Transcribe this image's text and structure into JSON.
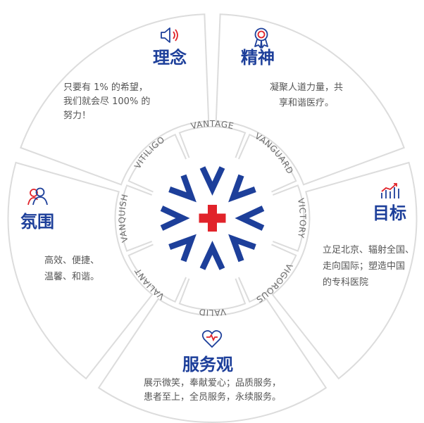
{
  "segments": {
    "idea": {
      "title": "理念",
      "lines": [
        "只要有 1% 的希望，",
        "我们就会尽 100% 的",
        "努力！"
      ],
      "icon": "megaphone-icon"
    },
    "spirit": {
      "title": "精神",
      "lines": [
        "凝聚人道力量，共",
        "享和谐医疗。"
      ],
      "icon": "award-ribbon-icon"
    },
    "atmosphere": {
      "title": "氛围",
      "lines": [
        "高效、便捷、",
        "温馨、和谐。"
      ],
      "icon": "people-group-icon"
    },
    "goal": {
      "title": "目标",
      "lines": [
        "立足北京、辐射全国、",
        "走向国际；塑造中国",
        "的专科医院"
      ],
      "icon": "bar-chart-growth-icon"
    },
    "service": {
      "title": "服务观",
      "lines": [
        "展示微笑，奉献爱心；品质服务，",
        "患者至上，全员服务，永续服务。"
      ],
      "icon": "heart-icon"
    }
  },
  "ring_words": [
    "VANTAGE",
    "VANGUARD",
    "VICTORY",
    "VIGOROUS",
    "VALID",
    "VALIANT",
    "VANQUISH",
    "VITILIGO"
  ],
  "colors": {
    "primary": "#1d3f9a",
    "accent": "#e1232a",
    "line": "#dcdcdc",
    "text": "#555555",
    "ring_text": "#6b6b6b"
  }
}
